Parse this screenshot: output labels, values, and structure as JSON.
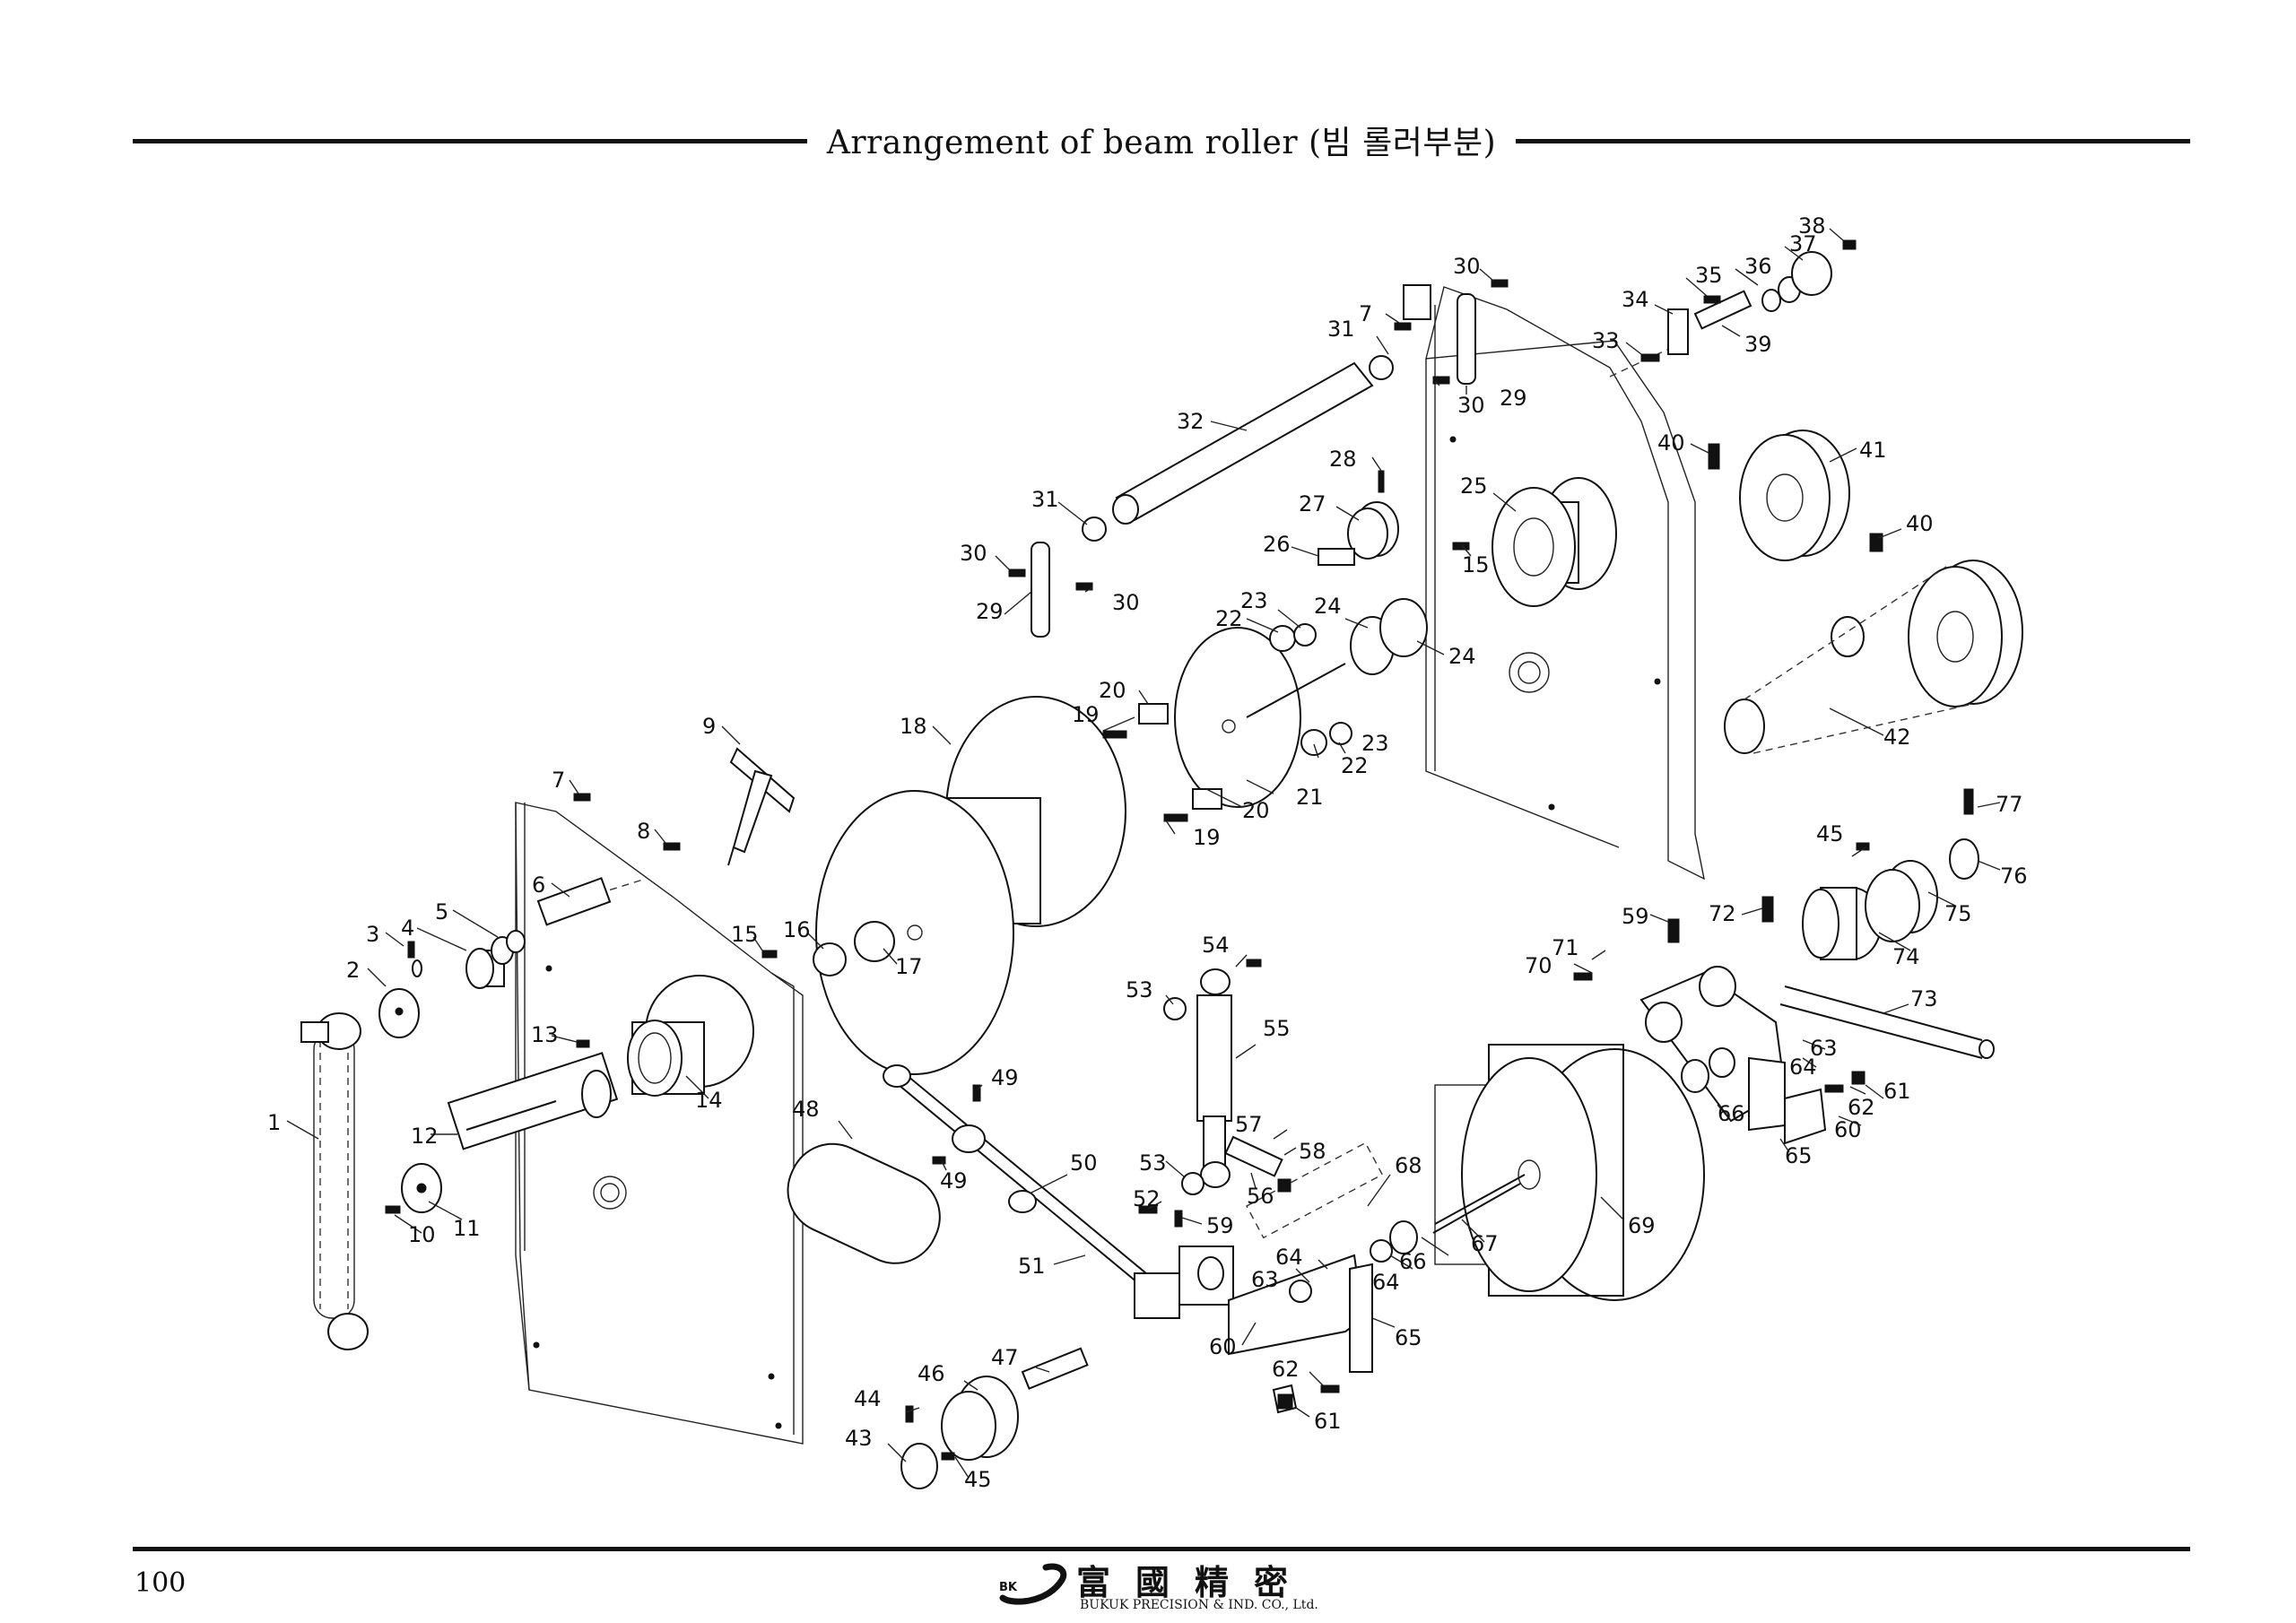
{
  "header": {
    "title": "Arrangement of beam roller (빔 롤러부분)"
  },
  "footer": {
    "page_number": "100",
    "company_cn": "富國精密",
    "company_en": "BUKUK PRECISION & IND. CO., Ltd.",
    "logo_mark": "BK"
  },
  "callouts": {
    "c1": "1",
    "c2": "2",
    "c3": "3",
    "c4": "4",
    "c5": "5",
    "c6": "6",
    "c7a": "7",
    "c7b": "7",
    "c8": "8",
    "c9": "9",
    "c10": "10",
    "c11": "11",
    "c12": "12",
    "c13": "13",
    "c14": "14",
    "c15a": "15",
    "c15b": "15",
    "c16": "16",
    "c17": "17",
    "c18": "18",
    "c19a": "19",
    "c19b": "19",
    "c20a": "20",
    "c20b": "20",
    "c21": "21",
    "c22a": "22",
    "c22b": "22",
    "c23a": "23",
    "c23b": "23",
    "c24a": "24",
    "c24b": "24",
    "c25": "25",
    "c26": "26",
    "c27": "27",
    "c28": "28",
    "c29a": "29",
    "c29b": "29",
    "c30a": "30",
    "c30b": "30",
    "c30c": "30",
    "c30d": "30",
    "c31a": "31",
    "c31b": "31",
    "c32": "32",
    "c33": "33",
    "c34": "34",
    "c35": "35",
    "c36": "36",
    "c37": "37",
    "c38": "38",
    "c39": "39",
    "c40a": "40",
    "c40b": "40",
    "c41": "41",
    "c42": "42",
    "c43": "43",
    "c44": "44",
    "c45a": "45",
    "c45b": "45",
    "c46": "46",
    "c47": "47",
    "c48": "48",
    "c49a": "49",
    "c49b": "49",
    "c50": "50",
    "c51": "51",
    "c52": "52",
    "c53a": "53",
    "c53b": "53",
    "c54": "54",
    "c55": "55",
    "c56": "56",
    "c57": "57",
    "c58": "58",
    "c59a": "59",
    "c59b": "59",
    "c60a": "60",
    "c60b": "60",
    "c61a": "61",
    "c61b": "61",
    "c62a": "62",
    "c62b": "62",
    "c63a": "63",
    "c63b": "63",
    "c64a": "64",
    "c64b": "64",
    "c64c": "64",
    "c65a": "65",
    "c65b": "65",
    "c66a": "66",
    "c66b": "66",
    "c67": "67",
    "c68": "68",
    "c69": "69",
    "c70": "70",
    "c71": "71",
    "c72": "72",
    "c73": "73",
    "c74": "74",
    "c75": "75",
    "c76": "76",
    "c77": "77"
  }
}
